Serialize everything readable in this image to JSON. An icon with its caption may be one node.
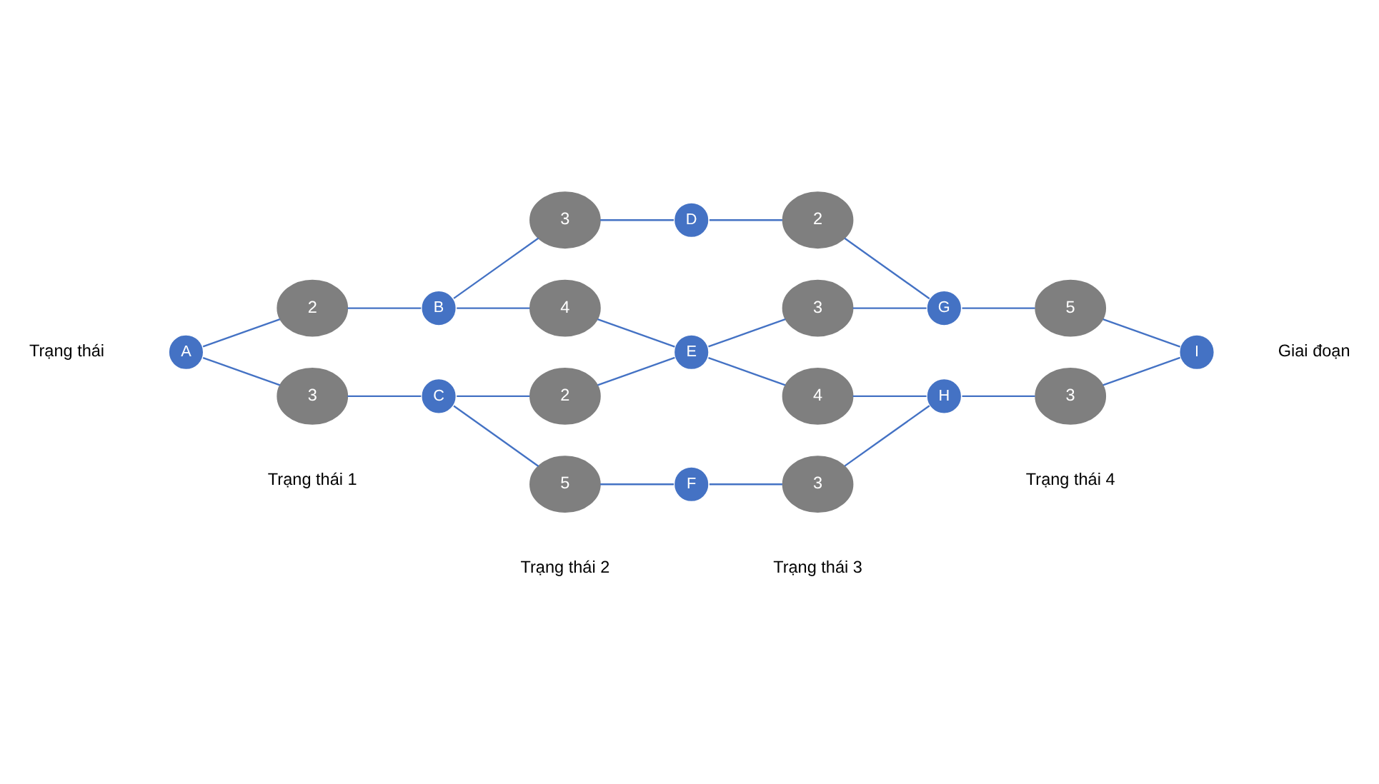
{
  "diagram": {
    "nodes": [
      {
        "text": [
          "A"
        ]
      },
      {
        "text": [
          "2"
        ]
      },
      {
        "text": [
          "3"
        ]
      },
      {
        "text": [
          "B"
        ]
      },
      {
        "text": [
          "C"
        ]
      },
      {
        "text": [
          "3"
        ]
      },
      {
        "text": [
          "4"
        ]
      },
      {
        "text": [
          "2"
        ]
      },
      {
        "text": [
          "5"
        ]
      },
      {
        "text": [
          "D"
        ]
      },
      {
        "text": [
          "E"
        ]
      },
      {
        "text": [
          "F"
        ]
      },
      {
        "text": [
          "2"
        ]
      },
      {
        "text": [
          "3"
        ]
      },
      {
        "text": [
          "4"
        ]
      },
      {
        "text": [
          "3"
        ]
      },
      {
        "text": [
          "G"
        ]
      },
      {
        "text": [
          "H"
        ]
      },
      {
        "text": [
          "5"
        ]
      },
      {
        "text": [
          "3"
        ]
      },
      {
        "text": [
          "I"
        ]
      }
    ],
    "edges": [
      {
        "from": 0,
        "to": 1,
        "arrow": "none"
      },
      {
        "from": 1,
        "to": 3,
        "arrow": "none"
      },
      {
        "from": 0,
        "to": 2,
        "arrow": "none"
      },
      {
        "from": 2,
        "to": 4,
        "arrow": "none"
      },
      {
        "from": 3,
        "to": 5,
        "arrow": "none"
      },
      {
        "from": 5,
        "to": 9,
        "arrow": "none"
      },
      {
        "from": 3,
        "to": 6,
        "arrow": "none"
      },
      {
        "from": 6,
        "to": 10,
        "arrow": "none"
      },
      {
        "from": 4,
        "to": 7,
        "arrow": "none"
      },
      {
        "from": 7,
        "to": 10,
        "arrow": "none"
      },
      {
        "from": 4,
        "to": 8,
        "arrow": "none"
      },
      {
        "from": 8,
        "to": 11,
        "arrow": "none"
      },
      {
        "from": 9,
        "to": 12,
        "arrow": "none"
      },
      {
        "from": 12,
        "to": 16,
        "arrow": "none"
      },
      {
        "from": 10,
        "to": 13,
        "arrow": "none"
      },
      {
        "from": 13,
        "to": 16,
        "arrow": "none"
      },
      {
        "from": 10,
        "to": 14,
        "arrow": "none"
      },
      {
        "from": 14,
        "to": 17,
        "arrow": "none"
      },
      {
        "from": 11,
        "to": 15,
        "arrow": "none"
      },
      {
        "from": 15,
        "to": 17,
        "arrow": "none"
      },
      {
        "from": 16,
        "to": 18,
        "arrow": "none"
      },
      {
        "from": 18,
        "to": 20,
        "arrow": "none"
      },
      {
        "from": 17,
        "to": 19,
        "arrow": "none"
      },
      {
        "from": 19,
        "to": 20,
        "arrow": "none"
      }
    ],
    "labels": [
      "Trạng thái",
      "Giai đoạn",
      "Trạng thái 1",
      "Trạng thái 2",
      "Trạng thái 3",
      "Trạng thái 4"
    ]
  }
}
